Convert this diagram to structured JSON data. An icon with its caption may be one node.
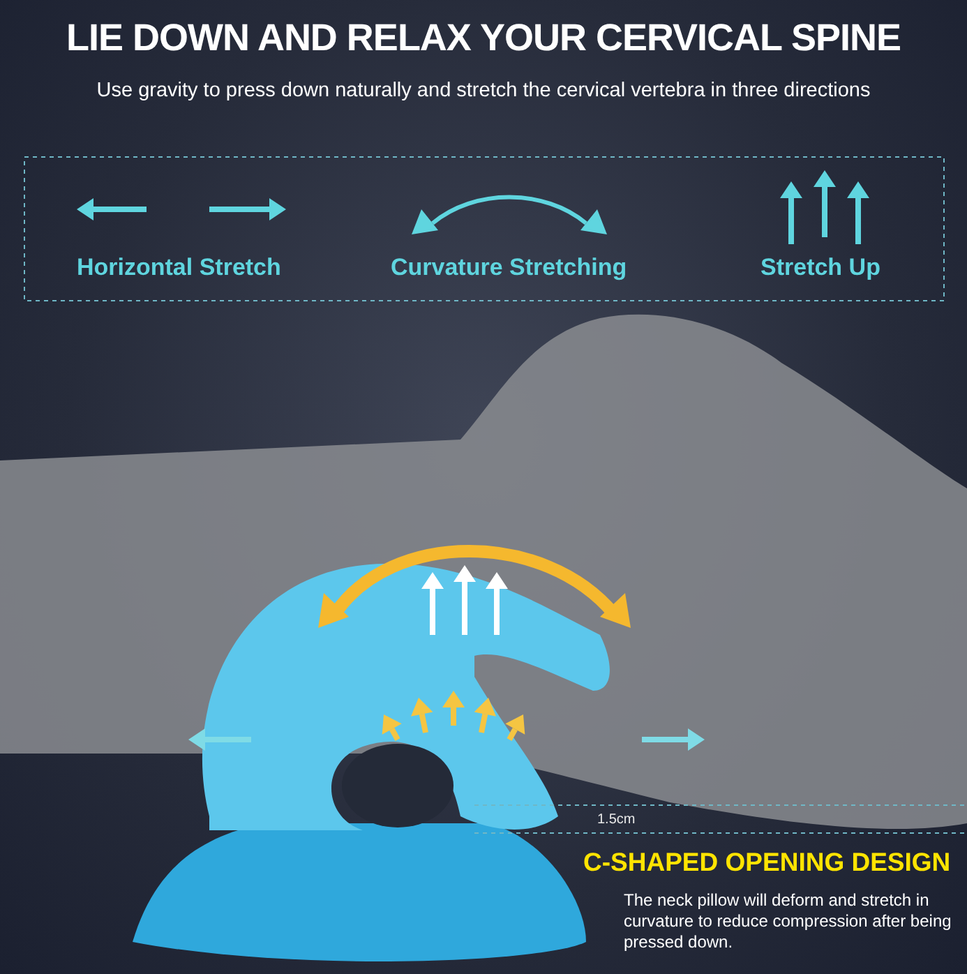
{
  "diagram": {
    "title": "LIE DOWN AND RELAX YOUR CERVICAL SPINE",
    "labels": [
      "Use gravity to press down naturally and stretch the cervical vertebra in three directions",
      "Horizontal Stretch",
      "Curvature Stretching",
      "Stretch Up",
      "1.5cm",
      "C-SHAPED OPENING DESIGN",
      "The neck pillow will deform and stretch in curvature to reduce compression after being pressed down."
    ]
  }
}
